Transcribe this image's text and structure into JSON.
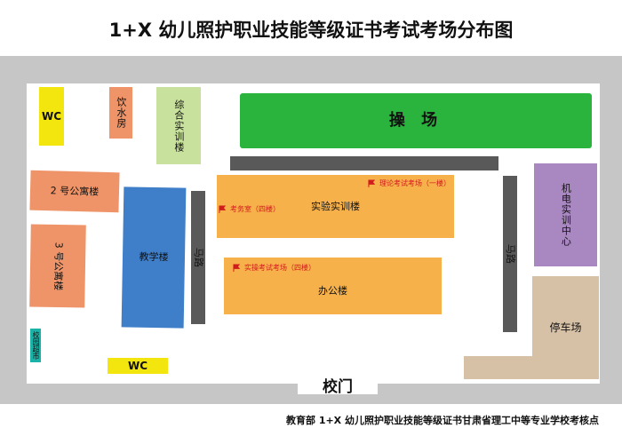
{
  "title": "1+X 幼儿照护职业技能等级证书考试考场分布图",
  "buildings": {
    "wc_top": "WC",
    "water_room": "饮水房",
    "training_building": "综合实训楼",
    "playground": "操 场",
    "dorm_2": "2 号公寓楼",
    "dorm_3": "3 号公寓楼",
    "teaching_building": "教学楼",
    "lab_building": "实验实训楼",
    "office_building": "办公楼",
    "electromech_center": "机电实训中心",
    "parking": "停车场",
    "supermarket": "校园超市",
    "wc_bottom": "WC",
    "gate": "校门"
  },
  "roads": {
    "left": "马路",
    "right": "马路"
  },
  "rooms": {
    "theory_exam": "理论考试考场（一楼）",
    "exam_office": "考务室（四楼）",
    "practical_exam": "实操考试考场（四楼）"
  },
  "footer": "教育部 1+X 幼儿照护职业技能等级证书甘肃省理工中等专业学校考核点",
  "colors": {
    "yellow": "#f3e60f",
    "salmon": "#ef9468",
    "light_green": "#c8e29d",
    "green": "#2ab43e",
    "blue": "#3f7ec8",
    "orange": "#f7b14a",
    "purple": "#a987c1",
    "tan": "#d6c1a7",
    "teal": "#1bb2a7",
    "road": "#595959",
    "flag_red": "#d01c1c"
  }
}
